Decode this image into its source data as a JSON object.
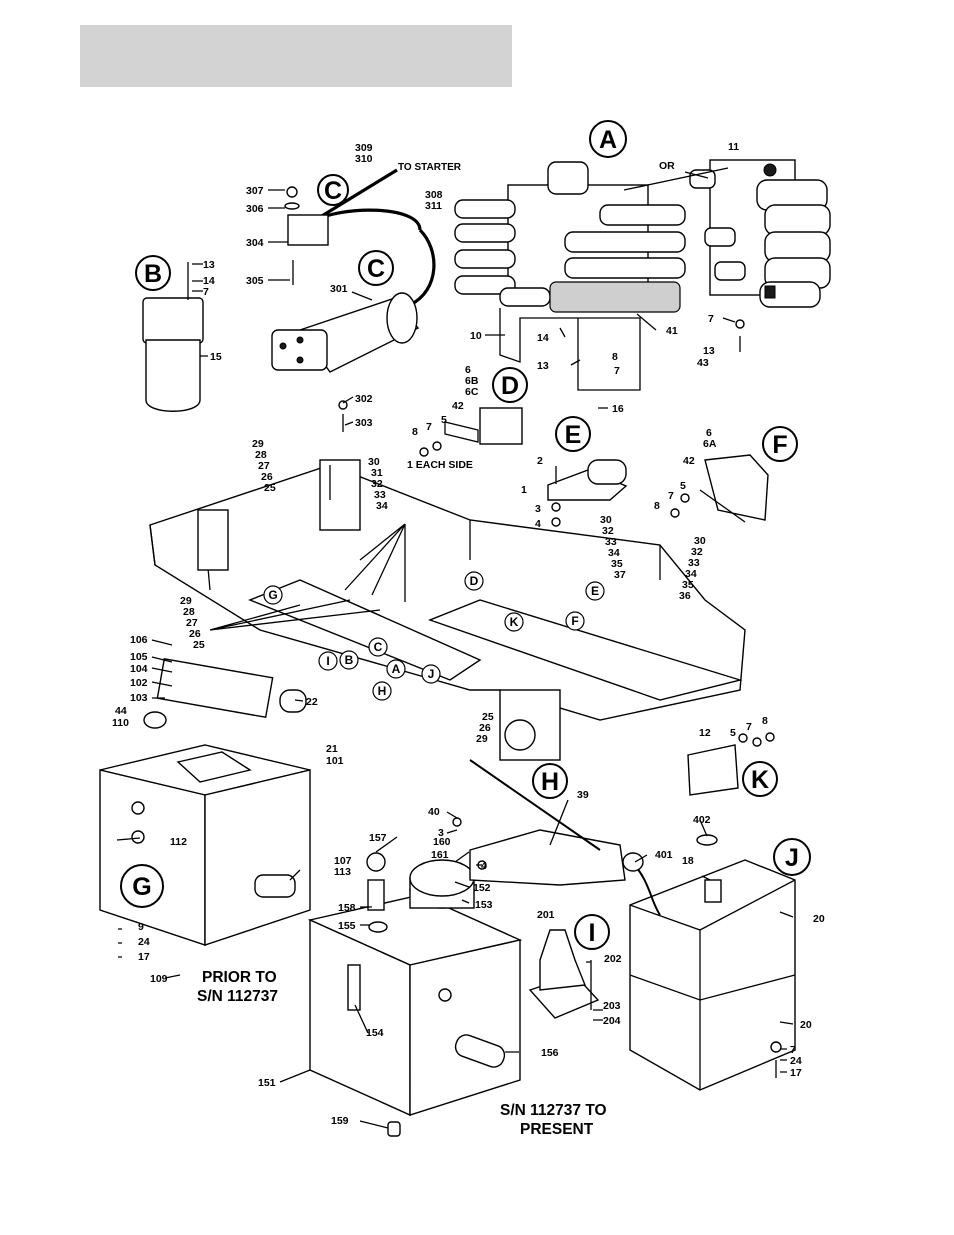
{
  "callouts": {
    "A": "A",
    "B": "B",
    "C1": "C",
    "C2": "C",
    "D": "D",
    "E": "E",
    "F": "F",
    "G": "G",
    "H": "H",
    "I": "I",
    "J": "J",
    "K": "K"
  },
  "frame_callouts": [
    "G",
    "D",
    "E",
    "K",
    "F",
    "I",
    "B",
    "C",
    "A",
    "J",
    "H"
  ],
  "labels": {
    "p309": "309",
    "p310": "310",
    "to_starter": "TO STARTER",
    "p308": "308",
    "p311": "311",
    "p307": "307",
    "p306": "306",
    "p304": "304",
    "p305": "305",
    "p301": "301",
    "p302": "302",
    "p303": "303",
    "b13": "13",
    "b14": "14",
    "b7": "7",
    "b15": "15",
    "a11": "11",
    "a_or": "OR",
    "a10": "10",
    "a14": "14",
    "a13": "13",
    "a8": "8",
    "a7": "7",
    "a16": "16",
    "a41": "41",
    "a7r": "7",
    "a13r": "13",
    "a43r": "43",
    "d6": "6",
    "d6b": "6B",
    "d6c": "6C",
    "d42": "42",
    "d8": "8",
    "d7": "7",
    "d5": "5",
    "each_side": "1 EACH SIDE",
    "e2": "2",
    "e1": "1",
    "e3": "3",
    "e4": "4",
    "f6": "6",
    "f6a": "6A",
    "f42": "42",
    "f7": "7",
    "f5": "5",
    "f8": "8",
    "g30": "30",
    "g31": "31",
    "g32": "32",
    "g33": "33",
    "g34": "34",
    "t29": "29",
    "t28": "28",
    "t27": "27",
    "t26": "26",
    "t25": "25",
    "m29": "29",
    "m28": "28",
    "m27": "27",
    "m26": "26",
    "m25": "25",
    "r1_30": "30",
    "r1_32": "32",
    "r1_33": "33",
    "r1_34": "34",
    "r1_35": "35",
    "r1_37": "37",
    "r2_30": "30",
    "r2_32": "32",
    "r2_33": "33",
    "r2_34": "34",
    "r2_35": "35",
    "r2_36": "36",
    "bot25": "25",
    "bot26": "26",
    "bot29": "29",
    "k12": "12",
    "k5": "5",
    "k7": "7",
    "k8": "8",
    "c106": "106",
    "c105": "105",
    "c104": "104",
    "c102": "102",
    "c103": "103",
    "c44": "44",
    "c110": "110",
    "c22": "22",
    "c21": "21",
    "c101": "101",
    "c112": "112",
    "c107": "107",
    "c113": "113",
    "c9": "9",
    "c24": "24",
    "c17": "17",
    "c109": "109",
    "h40": "40",
    "h3": "3",
    "h4": "4",
    "h39": "39",
    "n157": "157",
    "n160": "160",
    "n161": "161",
    "n152": "152",
    "n153": "153",
    "n158": "158",
    "n155": "155",
    "n154": "154",
    "n151": "151",
    "n156": "156",
    "n159": "159",
    "i201": "201",
    "i202": "202",
    "i203": "203",
    "i204": "204",
    "j402": "402",
    "j401": "401",
    "j18": "18",
    "j20a": "20",
    "j20b": "20",
    "j7": "7",
    "j24": "24",
    "j17": "17"
  },
  "captions": {
    "prior_line1": "PRIOR TO",
    "prior_line2": "S/N 112737",
    "present_line1": "S/N 112737 TO",
    "present_line2": "PRESENT"
  }
}
